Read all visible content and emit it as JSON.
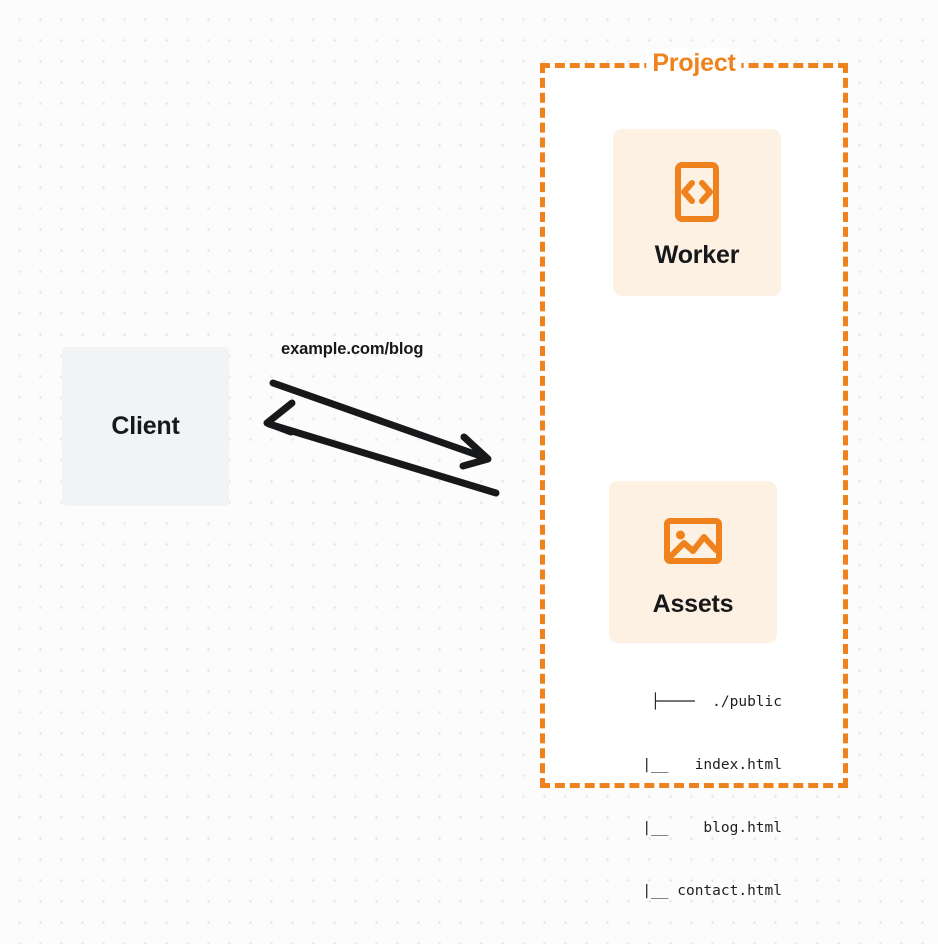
{
  "diagram": {
    "title": "Client to Project request flow",
    "accent_color": "#f0821e",
    "card_background": "#fdf1e4",
    "client_background": "#f2f3f5"
  },
  "client": {
    "label": "Client"
  },
  "connection": {
    "request_label": "example.com/blog",
    "outbound_direction": "right",
    "inbound_direction": "left"
  },
  "project": {
    "title": "Project",
    "nodes": [
      {
        "label": "Worker",
        "icon": "code-brackets-icon"
      },
      {
        "label": "Assets",
        "icon": "image-icon"
      }
    ]
  },
  "file_tree": {
    "lines": [
      "├────  ./public",
      "   |__   index.html",
      "   |__    blog.html",
      "   |__ contact.html"
    ]
  }
}
